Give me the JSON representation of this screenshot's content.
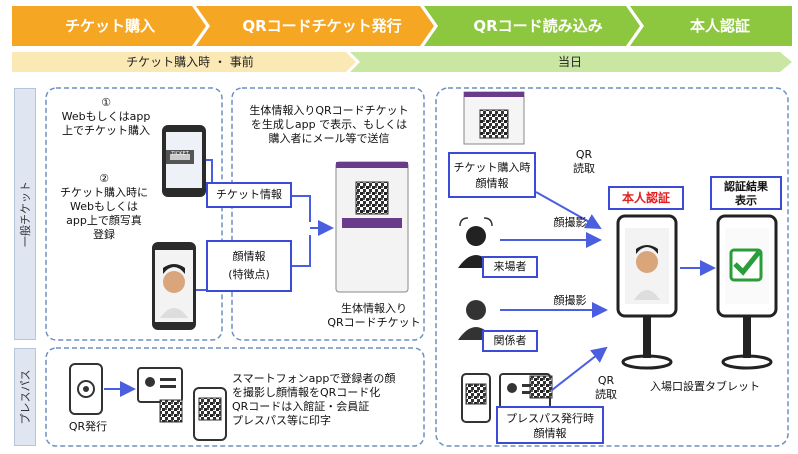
{
  "steps": [
    "チケット購入",
    "QRコードチケット発行",
    "QRコード読み込み",
    "本人認証"
  ],
  "phases": {
    "before": "チケット購入時 ・ 事前",
    "day": "当日"
  },
  "rows": {
    "general": "一般チケット",
    "press": "プレスパス"
  },
  "general": {
    "step1_num": "①",
    "step1_line1": "Webもしくはapp",
    "step1_line2": "上でチケット購入",
    "step2_num": "②",
    "step2_line1": "チケット購入時に",
    "step2_line2": "Webもしくは",
    "step2_line3": "app上で顔写真",
    "step2_line4": "登録",
    "ticket_info": "チケット情報",
    "face_info_1": "顔情報",
    "face_info_2": "(特徴点)",
    "qr_desc_1": "生体情報入りQRコードチケット",
    "qr_desc_2": "を生成しapp で表示、もしくは",
    "qr_desc_3": "購入者にメール等で送信",
    "qr_ticket_1": "生体情報入り",
    "qr_ticket_2": "QRコードチケット",
    "phone_badge": "TICKET"
  },
  "press": {
    "qr_issue": "QR発行",
    "desc_1": "スマートフォンappで登録者の顔",
    "desc_2": "を撮影し顔情報をQRコード化",
    "desc_3": "QRコードは入館証・会員証",
    "desc_4": "プレスパス等に印字"
  },
  "day": {
    "ticket_face_1": "チケット購入時",
    "ticket_face_2": "顔情報",
    "qr_read_top_1": "QR",
    "qr_read_top_2": "読取",
    "auth_label": "本人認証",
    "result_label_1": "認証結果",
    "result_label_2": "表示",
    "face_capture_1": "顔撮影",
    "visitor": "来場者",
    "face_capture_2": "顔撮影",
    "staff": "関係者",
    "qr_read_bottom_1": "QR",
    "qr_read_bottom_2": "読取",
    "tablet_caption": "入場口設置タブレット",
    "press_face_1": "プレスパス発行時",
    "press_face_2": "顔情報"
  },
  "colors": {
    "orange": "#f5a623",
    "green": "#8dc63f",
    "blue": "#3b4bd8",
    "red": "#e02020",
    "dash": "#6f8fc4"
  }
}
